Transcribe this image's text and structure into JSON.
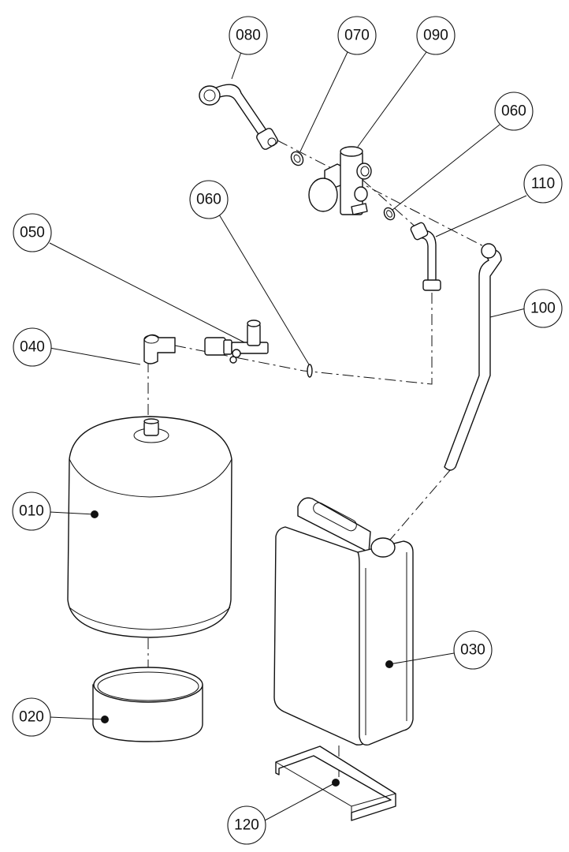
{
  "drawing": {
    "type": "exploded-assembly",
    "background": "#ffffff",
    "line_color": "#111111"
  },
  "callouts": [
    {
      "id": "c080",
      "label": "080",
      "part": "Bent connection pipe with union nut"
    },
    {
      "id": "c070",
      "label": "070",
      "part": "Sealing ring"
    },
    {
      "id": "c090",
      "label": "090",
      "part": "Valve / manifold block"
    },
    {
      "id": "c060a",
      "label": "060",
      "part": "Sealing ring (valve side)"
    },
    {
      "id": "c110",
      "label": "110",
      "part": "Elbow pipe with nuts"
    },
    {
      "id": "c060b",
      "label": "060",
      "part": "Sealing ring (fitting side)"
    },
    {
      "id": "c050",
      "label": "050",
      "part": "Fitting with cap and drain cock"
    },
    {
      "id": "c040",
      "label": "040",
      "part": "Elbow fitting"
    },
    {
      "id": "c100",
      "label": "100",
      "part": "Long bent pipe"
    },
    {
      "id": "c010",
      "label": "010",
      "part": "Expansion vessel"
    },
    {
      "id": "c020",
      "label": "020",
      "part": "Base ring"
    },
    {
      "id": "c030",
      "label": "030",
      "part": "Canister"
    },
    {
      "id": "c120",
      "label": "120",
      "part": "Support bracket"
    }
  ]
}
